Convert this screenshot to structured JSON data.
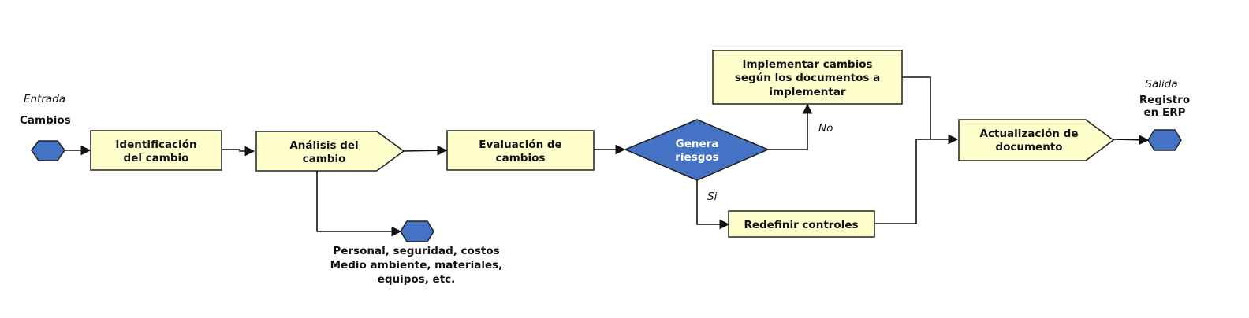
{
  "input": {
    "title": "Entrada",
    "name": "Cambios"
  },
  "output": {
    "title": "Salida",
    "line1": "Registro",
    "line2": "en ERP"
  },
  "steps": {
    "identificacion": [
      "Identificación",
      "del cambio"
    ],
    "analisis": [
      "Análisis del",
      "cambio"
    ],
    "evaluacion": [
      "Evaluación de",
      "cambios"
    ],
    "decision": [
      "Genera",
      "riesgos"
    ],
    "implementar": [
      "Implementar cambios",
      "según los documentos a",
      "implementar"
    ],
    "redefinir": [
      "Redefinir controles"
    ],
    "actualizacion": [
      "Actualización de",
      "documento"
    ]
  },
  "branches": {
    "no": "No",
    "si": "Si"
  },
  "analysis_output": [
    "Personal, seguridad, costos",
    "Medio ambiente, materiales,",
    "equipos, etc."
  ],
  "colors": {
    "shape_fill": "#ffffcc",
    "terminal_fill": "#4472c4",
    "decision_fill": "#4472c4",
    "stroke": "#222222"
  },
  "icons": {
    "terminal": "hexagon",
    "decision": "diamond"
  }
}
